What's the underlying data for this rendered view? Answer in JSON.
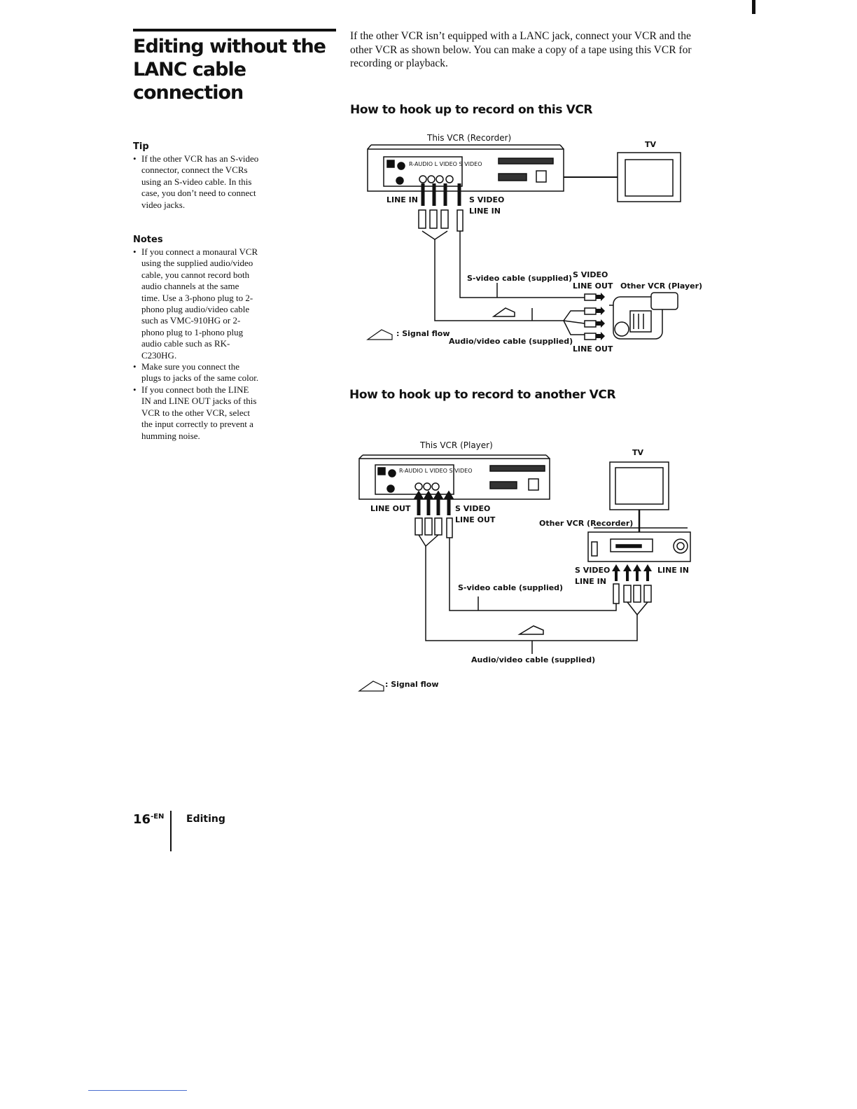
{
  "title": "Editing without the LANC cable connection",
  "sidebar": {
    "tip_heading": "Tip",
    "tips": [
      "If the other VCR has an S-video connector, connect the VCRs using an S-video cable. In this case, you don’t need to connect video jacks."
    ],
    "notes_heading": "Notes",
    "notes": [
      "If you connect a monaural VCR using the supplied audio/video cable, you cannot record both audio channels at the same time. Use a 3-phono plug to 2-phono plug audio/video cable such as VMC-910HG or 2-phono plug to 1-phono plug audio cable such as RK-C230HG.",
      "Make sure you connect the plugs to jacks of the same color.",
      "If you connect both the LINE IN and LINE OUT jacks of this VCR to the other VCR, select the input correctly to prevent a humming noise."
    ]
  },
  "intro": "If the other VCR isn’t equipped with a LANC jack, connect your VCR and the other VCR as shown below. You can make a copy of a tape using this VCR for recording or playback.",
  "section1": {
    "heading": "How to hook up to record on this VCR",
    "this_vcr": "This VCR (Recorder)",
    "tv": "TV",
    "jack_panel": "R-AUDIO L VIDEO S VIDEO",
    "line_in": "LINE IN",
    "s_video_line_in_1": "S VIDEO",
    "s_video_line_in_2": "LINE IN",
    "s_video_cable": "S-video cable (supplied)",
    "s_video_line_out_1": "S VIDEO",
    "s_video_line_out_2": "LINE OUT",
    "other_vcr": "Other VCR (Player)",
    "signal_flow": ": Signal flow",
    "av_cable": "Audio/video cable (supplied)",
    "line_out": "LINE OUT"
  },
  "section2": {
    "heading": "How to hook up to record to another VCR",
    "this_vcr": "This VCR (Player)",
    "tv": "TV",
    "jack_panel": "R-AUDIO L VIDEO S VIDEO",
    "line_out": "LINE OUT",
    "s_video_line_out_1": "S VIDEO",
    "s_video_line_out_2": "LINE OUT",
    "other_vcr": "Other VCR (Recorder)",
    "s_video_line_in_1": "S VIDEO",
    "s_video_line_in_2": "LINE IN",
    "line_in": "LINE IN",
    "s_video_cable": "S-video cable (supplied)",
    "av_cable": "Audio/video cable (supplied)",
    "signal_flow": ": Signal flow"
  },
  "footer": {
    "page_number": "16",
    "page_suffix": "-EN",
    "section": "Editing"
  }
}
